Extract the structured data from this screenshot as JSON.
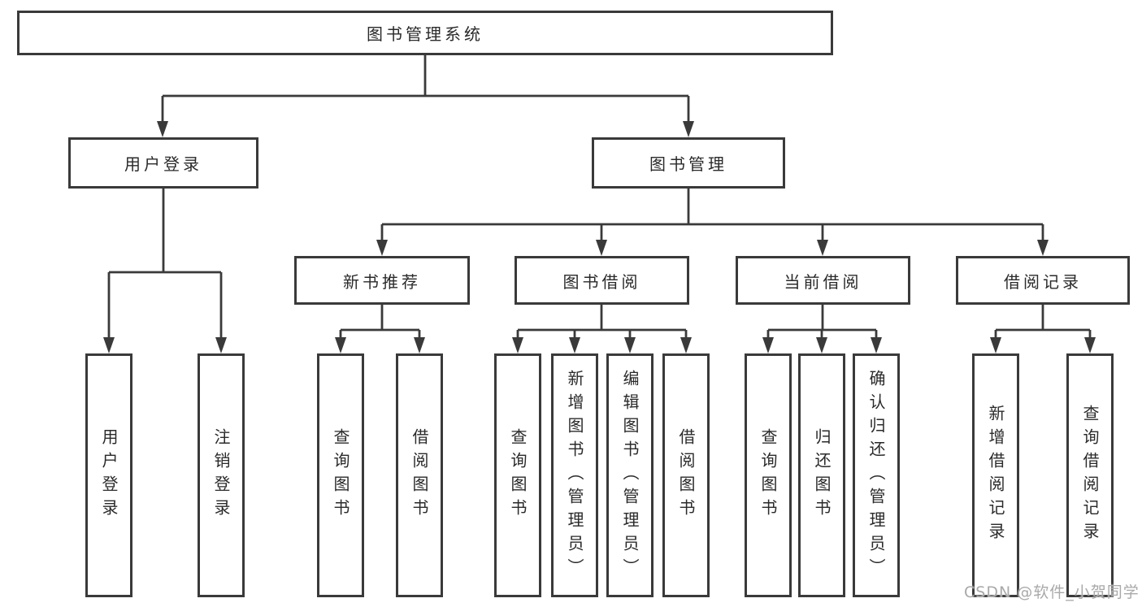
{
  "colors": {
    "line": "#3a3a3a",
    "border": "#3a3a3a",
    "text": "#2a2a2a",
    "watermark": "#a9a9a9",
    "background": "#ffffff"
  },
  "watermark": "CSDN @软件_小贺同学",
  "tree": {
    "root": {
      "label": "图书管理系统"
    },
    "children": [
      {
        "label": "用户登录",
        "children": [
          {
            "label": "用户登录"
          },
          {
            "label": "注销登录"
          }
        ]
      },
      {
        "label": "图书管理",
        "children": [
          {
            "label": "新书推荐",
            "children": [
              {
                "label": "查询图书"
              },
              {
                "label": "借阅图书"
              }
            ]
          },
          {
            "label": "图书借阅",
            "children": [
              {
                "label": "查询图书"
              },
              {
                "label": "新增图书（管理员）"
              },
              {
                "label": "编辑图书（管理员）"
              },
              {
                "label": "借阅图书"
              }
            ]
          },
          {
            "label": "当前借阅",
            "children": [
              {
                "label": "查询图书"
              },
              {
                "label": "归还图书"
              },
              {
                "label": "确认归还（管理员）"
              }
            ]
          },
          {
            "label": "借阅记录",
            "children": [
              {
                "label": "新增借阅记录"
              },
              {
                "label": "查询借阅记录"
              }
            ]
          }
        ]
      }
    ]
  }
}
